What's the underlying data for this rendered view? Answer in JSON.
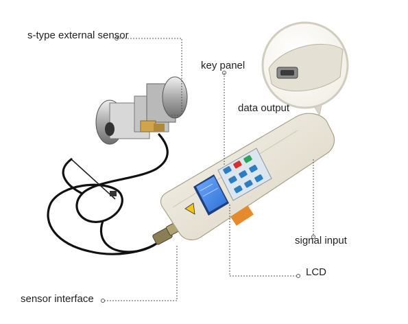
{
  "labels": {
    "s_type_sensor": "s-type external sensor",
    "key_panel": "key panel",
    "data_output": "data output",
    "signal_input": "signal input",
    "lcd": "LCD",
    "sensor_interface": "sensor interface"
  },
  "colors": {
    "device_body": "#ebe6d8",
    "lcd_screen": "#3d7fe0",
    "key_blue": "#2a7ec4",
    "key_red": "#d8302c",
    "key_green": "#29a55a",
    "cable": "#111111",
    "leader_line": "#555555"
  }
}
